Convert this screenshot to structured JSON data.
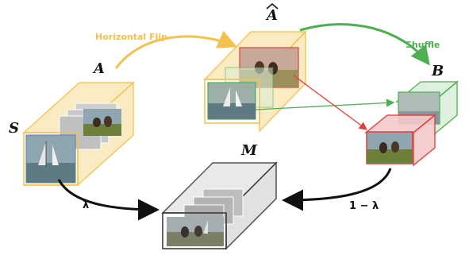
{
  "labels": {
    "s": "S",
    "a": "A",
    "a_hat": "A",
    "b": "B",
    "m": "M"
  },
  "edges": {
    "flip": "Horizontal Flip",
    "shuffle": "Shuffle",
    "lambda": "λ",
    "one_minus_lambda": "1 − λ"
  },
  "colors": {
    "yellow": "#f2c14e",
    "yellow_fill": "#fbe9bd",
    "green": "#4caf50",
    "green_fill": "#d9eed9",
    "red": "#e0403c",
    "red_fill": "#f5caca",
    "gray": "#333333",
    "gray_fill": "#dcdcdc",
    "photo_sky": "#8fa6b0",
    "photo_sea": "#5f7a82",
    "photo_grass": "#6e7f3c"
  }
}
